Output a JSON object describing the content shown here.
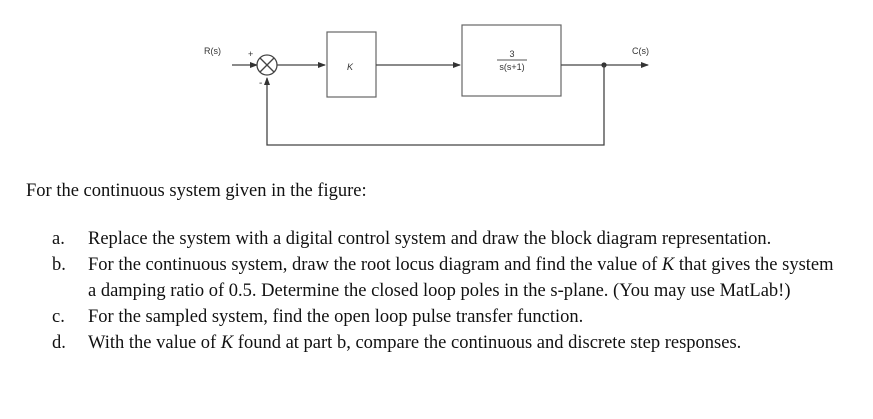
{
  "diagram": {
    "input_label": "R(s)",
    "output_label": "C(s)",
    "sum_plus": "+",
    "sum_minus": "-",
    "gain_label": "K",
    "plant_numerator": "3",
    "plant_denominator": "s(s+1)"
  },
  "problem": {
    "intro": "For the continuous system given in the figure:",
    "items": [
      {
        "marker": "a.",
        "text": "Replace the system with a digital control system and draw the block diagram representation."
      },
      {
        "marker": "b.",
        "text": "For the continuous system, draw the root locus diagram and find the value of K that gives the system a damping ratio of 0.5. Determine the closed loop poles in the s-plane. (You may use MatLab!)"
      },
      {
        "marker": "c.",
        "text": "For the sampled system, find the open loop pulse transfer function."
      },
      {
        "marker": "d.",
        "text": "With the value of K found at part b, compare the continuous and discrete step responses."
      }
    ]
  }
}
